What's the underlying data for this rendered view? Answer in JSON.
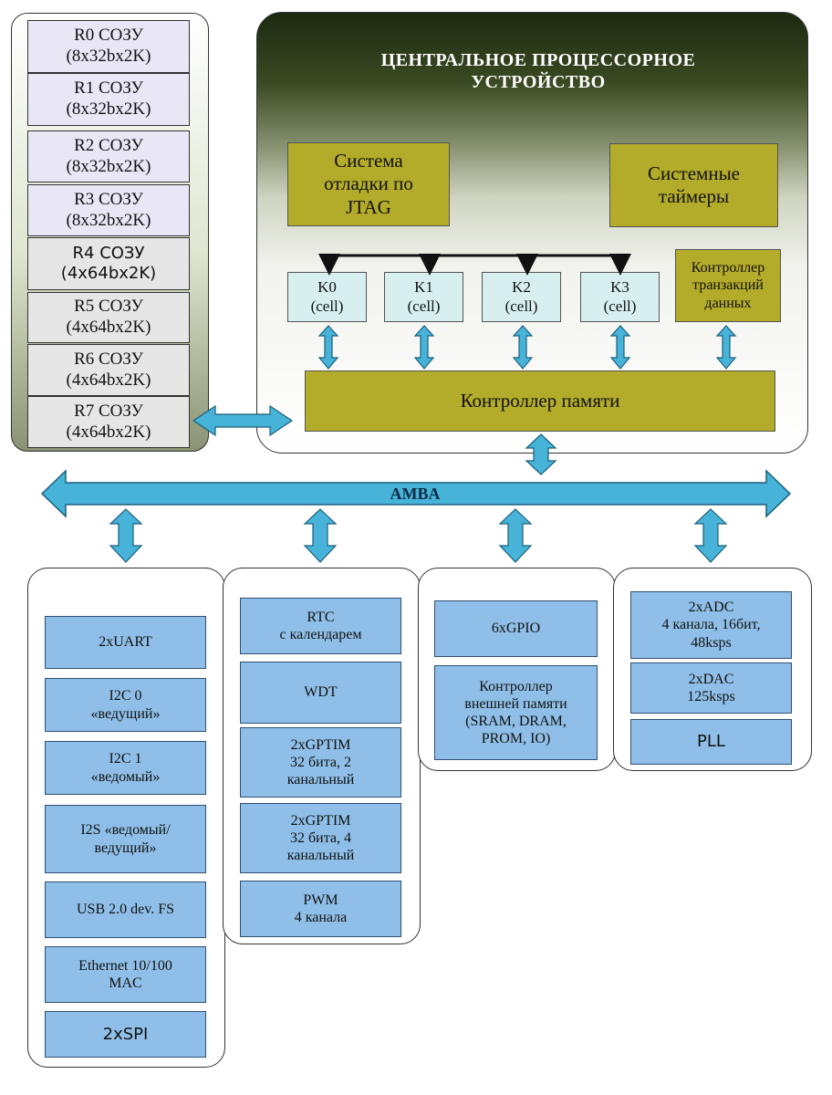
{
  "memory": {
    "blocks": [
      {
        "name": "R0 СОЗУ",
        "size": "(8x32bx2K)"
      },
      {
        "name": "R1 СОЗУ",
        "size": "(8x32bx2K)"
      },
      {
        "name": "R2 СОЗУ",
        "size": "(8x32bx2K)"
      },
      {
        "name": "R3 СОЗУ",
        "size": "(8x32bx2K)"
      },
      {
        "name": "R4 СОЗУ",
        "size": "(4x64bx2K)"
      },
      {
        "name": "R5 СОЗУ",
        "size": "(4x64bx2K)"
      },
      {
        "name": "R6 СОЗУ",
        "size": "(4x64bx2K)"
      },
      {
        "name": "R7 СОЗУ",
        "size": "(4x64bx2K)"
      }
    ]
  },
  "cpu": {
    "title_line1": "ЦЕНТРАЛЬНОЕ ПРОЦЕССОРНОЕ",
    "title_line2": "УСТРОЙСТВО",
    "jtag": [
      "Система",
      "отладки по",
      "JTAG"
    ],
    "timers": [
      "Системные",
      "таймеры"
    ],
    "cores": [
      {
        "name": "K0",
        "sub": "(cell)"
      },
      {
        "name": "K1",
        "sub": "(cell)"
      },
      {
        "name": "K2",
        "sub": "(cell)"
      },
      {
        "name": "K3",
        "sub": "(cell)"
      }
    ],
    "transaction_controller": [
      "Контроллер",
      "транзакций",
      "данных"
    ],
    "memory_controller": "Контроллер памяти"
  },
  "bus": {
    "label": "AMBA"
  },
  "peripherals": {
    "col1": [
      [
        "2xUART"
      ],
      [
        "I2C 0",
        "«ведущий»"
      ],
      [
        "I2C 1",
        "«ведомый»"
      ],
      [
        "I2S «ведомый/",
        "ведущий»"
      ],
      [
        "USB 2.0 dev. FS"
      ],
      [
        "Ethernet 10/100",
        "MAC"
      ],
      [
        "2xSPI"
      ]
    ],
    "col2": [
      [
        "RTC",
        "с календарем"
      ],
      [
        "WDT"
      ],
      [
        "2xGPTIM",
        "32 бита, 2",
        "канальный"
      ],
      [
        "2xGPTIM",
        "32 бита, 4",
        "канальный"
      ],
      [
        "PWM",
        "4 канала"
      ]
    ],
    "col3": [
      [
        "6xGPIO"
      ],
      [
        "Контроллер",
        "внешней памяти",
        "(SRAM, DRAM,",
        "PROM, IO)"
      ]
    ],
    "col4": [
      [
        "2xADC",
        "4 канала, 16бит,",
        "48ksps"
      ],
      [
        "2xDAC",
        "125ksps"
      ],
      [
        "PLL"
      ]
    ]
  },
  "colors": {
    "arrow": "#47b3d9",
    "olive_block": "#b3ab2a",
    "core_block": "#d8eff0",
    "peripheral_block": "#8fbfe8"
  }
}
